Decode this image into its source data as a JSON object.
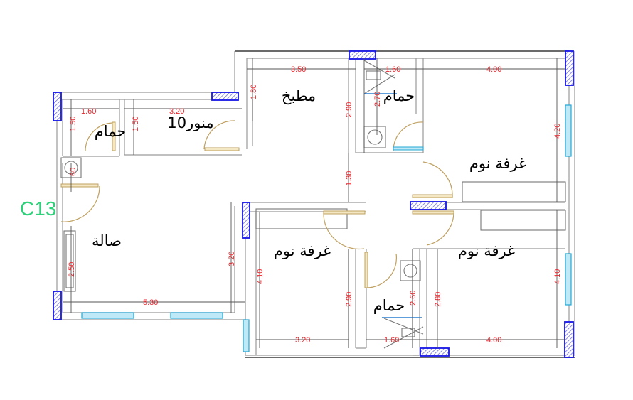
{
  "plan": {
    "code": "C13",
    "rooms": [
      {
        "id": "salon",
        "label": "صالة"
      },
      {
        "id": "kitchen",
        "label": "مطبخ"
      },
      {
        "id": "bath_left",
        "label": "حمام"
      },
      {
        "id": "lightwell",
        "label": "منور10"
      },
      {
        "id": "bath_top",
        "label": "حمام"
      },
      {
        "id": "bedroom_top_right",
        "label": "غرفة نوم"
      },
      {
        "id": "bedroom_center",
        "label": "غرفة نوم"
      },
      {
        "id": "bedroom_bottom_right",
        "label": "غرفة نوم"
      },
      {
        "id": "bath_bottom",
        "label": "حمام"
      }
    ],
    "dimensions": {
      "bath_left_width": "1.60",
      "bath_left_height": "1.50",
      "bath_left_basin": "60",
      "lightwell_width": "3.20",
      "lightwell_height": "1.50",
      "kitchen_width": "3.50",
      "kitchen_height": "1.80",
      "corridor_height_top": "2.90",
      "bath_top_width": "1.60",
      "bath_top_height": "2.70",
      "bedroom_tr_width": "4.00",
      "bedroom_tr_height": "4.20",
      "corridor_gap": "1.30",
      "salon_left_height": "2.50",
      "salon_width": "5.30",
      "salon_right_height": "3.20",
      "bedroom_c_height": "4.10",
      "bedroom_c_width": "3.20",
      "bedroom_c_right_height": "2.90",
      "bath_bottom_height": "2.60",
      "bath_bottom_width": "1.60",
      "bedroom_br_left_height": "2.80",
      "bedroom_br_width": "4.00",
      "bedroom_br_height": "4.10"
    },
    "colors": {
      "dimension_text": "#e8262c",
      "column_outline": "#1414e6",
      "window": "#22a8d6",
      "door": "#bfa060",
      "code_label": "#2fd07a"
    }
  }
}
